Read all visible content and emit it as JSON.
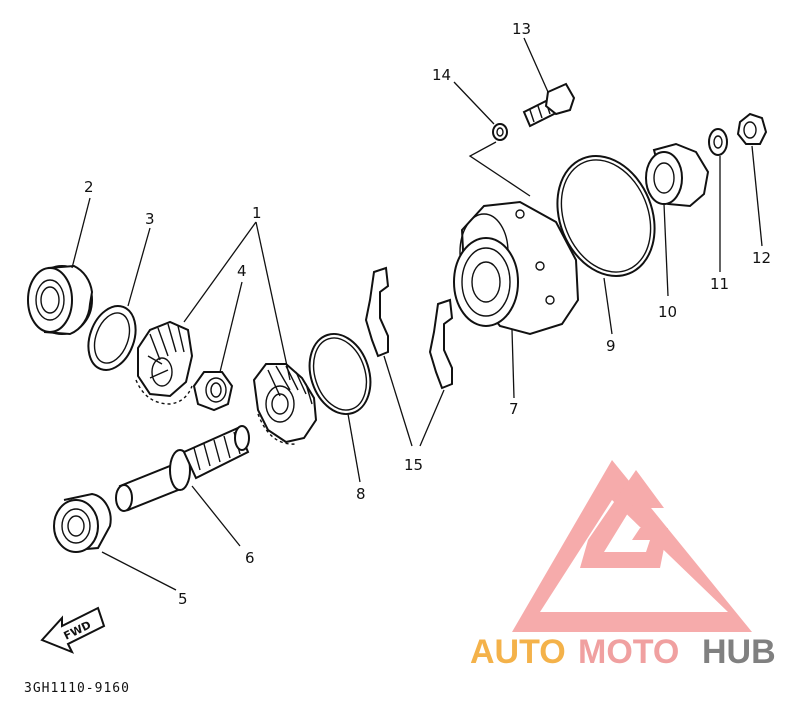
{
  "diagram": {
    "diagram_code": "3GH1110-9160",
    "direction_label": "FWD",
    "callouts": [
      {
        "id": "c1",
        "label": "1"
      },
      {
        "id": "c2",
        "label": "2"
      },
      {
        "id": "c3",
        "label": "3"
      },
      {
        "id": "c4",
        "label": "4"
      },
      {
        "id": "c5",
        "label": "5"
      },
      {
        "id": "c6",
        "label": "6"
      },
      {
        "id": "c7",
        "label": "7"
      },
      {
        "id": "c8",
        "label": "8"
      },
      {
        "id": "c9",
        "label": "9"
      },
      {
        "id": "c10",
        "label": "10"
      },
      {
        "id": "c11",
        "label": "11"
      },
      {
        "id": "c12",
        "label": "12"
      },
      {
        "id": "c13",
        "label": "13"
      },
      {
        "id": "c14",
        "label": "14"
      },
      {
        "id": "c15",
        "label": "15"
      }
    ]
  },
  "watermark": {
    "brand_part1": "AUTO",
    "brand_part2": "MOTO",
    "brand_part3": "HUB",
    "color_part1": "#f4b24a",
    "color_part2": "#f0a0a0",
    "color_part3": "#808080",
    "logo_color": "#f59d9d"
  }
}
